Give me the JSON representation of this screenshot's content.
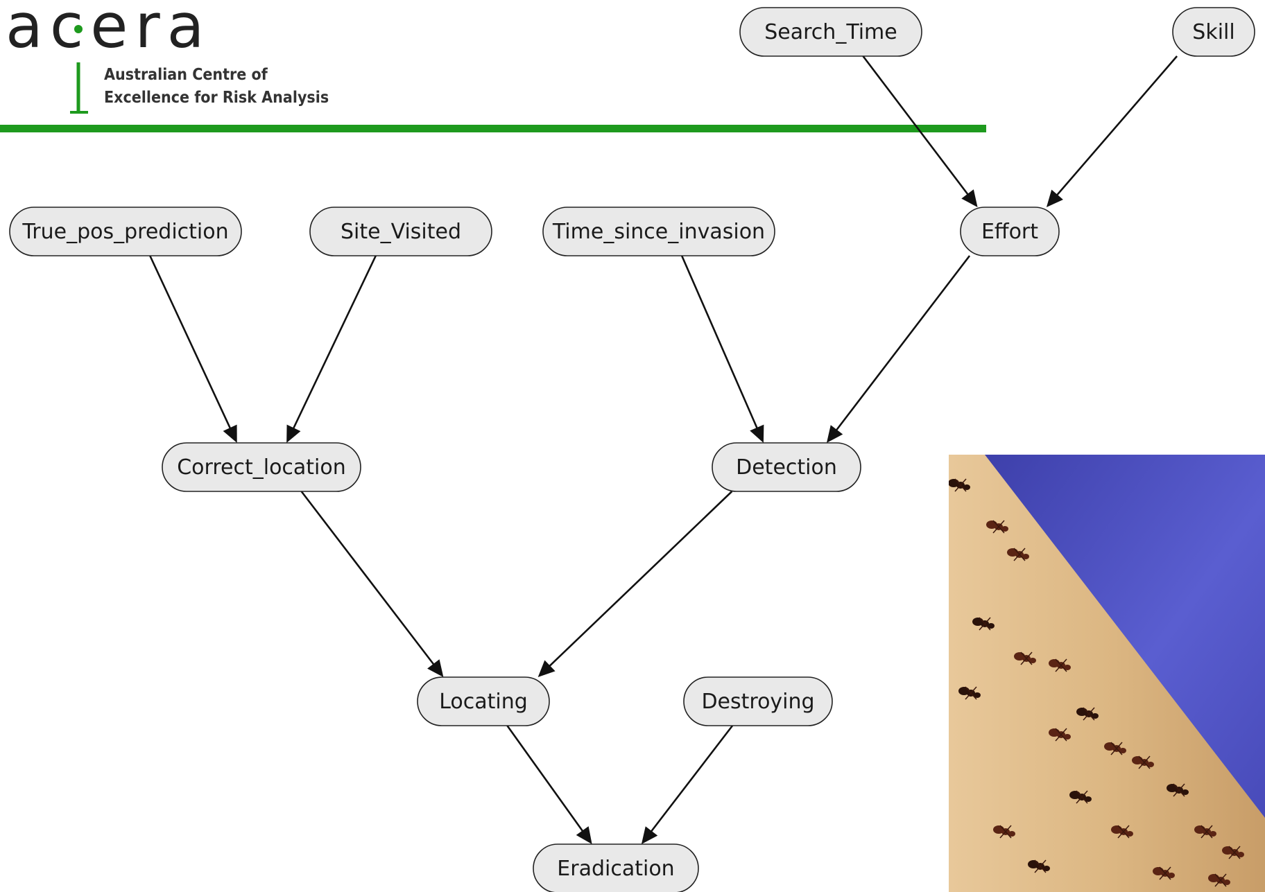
{
  "logo": {
    "wordmark": "acera",
    "subtitle_line1": "Australian Centre of",
    "subtitle_line2": "Excellence for Risk Analysis"
  },
  "colors": {
    "brand_green": "#1e9a1e",
    "node_fill": "#e9e9e9",
    "node_stroke": "#222222",
    "edge": "#111111"
  },
  "nodes": [
    {
      "id": "search_time",
      "label": "Search_Time"
    },
    {
      "id": "skill",
      "label": "Skill"
    },
    {
      "id": "true_pos_prediction",
      "label": "True_pos_prediction"
    },
    {
      "id": "site_visited",
      "label": "Site_Visited"
    },
    {
      "id": "time_since_invasion",
      "label": "Time_since_invasion"
    },
    {
      "id": "effort",
      "label": "Effort"
    },
    {
      "id": "correct_location",
      "label": "Correct_location"
    },
    {
      "id": "detection",
      "label": "Detection"
    },
    {
      "id": "locating",
      "label": "Locating"
    },
    {
      "id": "destroying",
      "label": "Destroying"
    },
    {
      "id": "eradication",
      "label": "Eradication"
    }
  ],
  "edges": [
    {
      "from": "search_time",
      "to": "effort"
    },
    {
      "from": "skill",
      "to": "effort"
    },
    {
      "from": "true_pos_prediction",
      "to": "correct_location"
    },
    {
      "from": "site_visited",
      "to": "correct_location"
    },
    {
      "from": "time_since_invasion",
      "to": "detection"
    },
    {
      "from": "effort",
      "to": "detection"
    },
    {
      "from": "correct_location",
      "to": "locating"
    },
    {
      "from": "detection",
      "to": "locating"
    },
    {
      "from": "locating",
      "to": "eradication"
    },
    {
      "from": "destroying",
      "to": "eradication"
    }
  ],
  "photo": {
    "subject": "fire-ants-on-wooden-stick-photo"
  }
}
